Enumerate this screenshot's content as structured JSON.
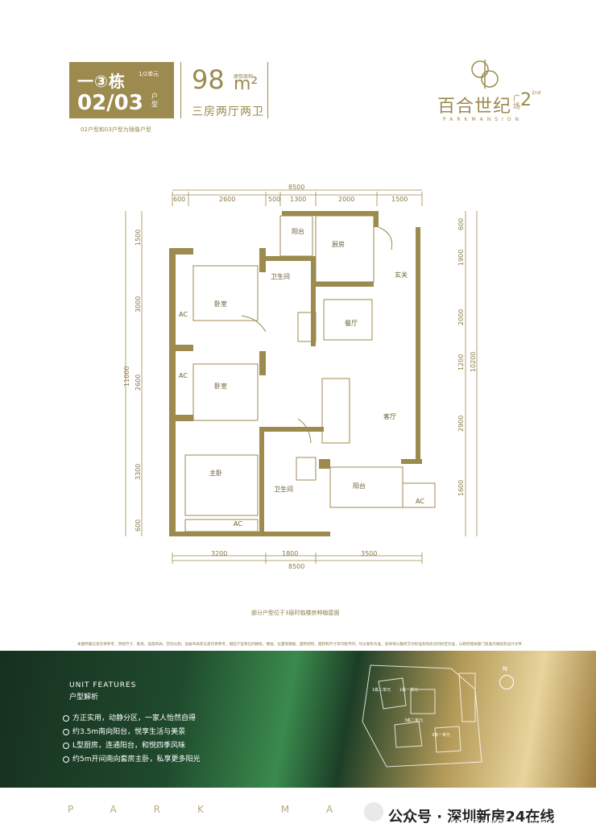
{
  "header": {
    "building_label": "一③栋",
    "unit_range": "1/2单元",
    "unit_type": "02/03",
    "unit_type_suffix": "户型",
    "area_value": "98",
    "area_unit": "m²",
    "area_unit_label": "建筑面积",
    "room_config": "三房两厅两卫",
    "mirror_note": "02户型和03户型为镜像户型"
  },
  "brand": {
    "name": "百合世纪",
    "suffix": "广场",
    "superscript": "2nd",
    "english": "PARKMANSION"
  },
  "plan": {
    "top_dims": [
      "600",
      "2600",
      "500",
      "1300",
      "2000",
      "1500"
    ],
    "top_total": "8500",
    "bottom_dims": [
      "3200",
      "1800",
      "3500"
    ],
    "bottom_total": "8500",
    "left_dims": [
      "1500",
      "3000",
      "2600",
      "3300",
      "600"
    ],
    "left_total": "11000",
    "right_dims": [
      "600",
      "1900",
      "2000",
      "1200",
      "2900",
      "1600"
    ],
    "right_total": "10200",
    "rooms": {
      "balcony_top": "阳台",
      "kitchen": "厨房",
      "entrance": "玄关",
      "bath1": "卫生间",
      "bedroom1": "卧室",
      "dining": "餐厅",
      "bedroom2": "卧室",
      "living": "客厅",
      "master": "主卧",
      "bath2": "卫生间",
      "balcony_bottom": "阳台",
      "ac": "AC"
    },
    "partial_note": "部分户型位于3层时临楼房种植屋面"
  },
  "disclaimer": "本图所载信息仅供参考，所标尺寸、家具、设施布局、空间分割、设备布局等信息仅供参考，相应户型单位的楼栋、楼层、位置等数据、面积结构、面积和尺寸等可能不同，均以发布为准，具体请以最终交付标准及购房合同约定为准，以政府相关部门批准的规划及设计文件为准。本资料仅作参考，最终以实际交付为准。",
  "features": {
    "title": "UNIT FEATURES",
    "subtitle": "户型解析",
    "items": [
      "方正实用，动静分区，一家人怡然自得",
      "约3.5m南向阳台，悦享生活与美景",
      "L型厨房，连通阳台，和悦四季风味",
      "约5m开间南向套房主卧，私享更多阳光"
    ]
  },
  "sitemap": {
    "labels": [
      "1栋二单元",
      "1栋一单元",
      "3栋二单元",
      "3栋一单元"
    ],
    "north": "N"
  },
  "footer": {
    "park_text": "PARK MAN",
    "wechat": "公众号 · 深圳新房24在线",
    "watermark": "搜狐号@搜狐焦点部阳站"
  },
  "colors": {
    "gold": "#9c8a4e",
    "wall": "#9c8a4e",
    "green_dark": "#1c3e26"
  }
}
